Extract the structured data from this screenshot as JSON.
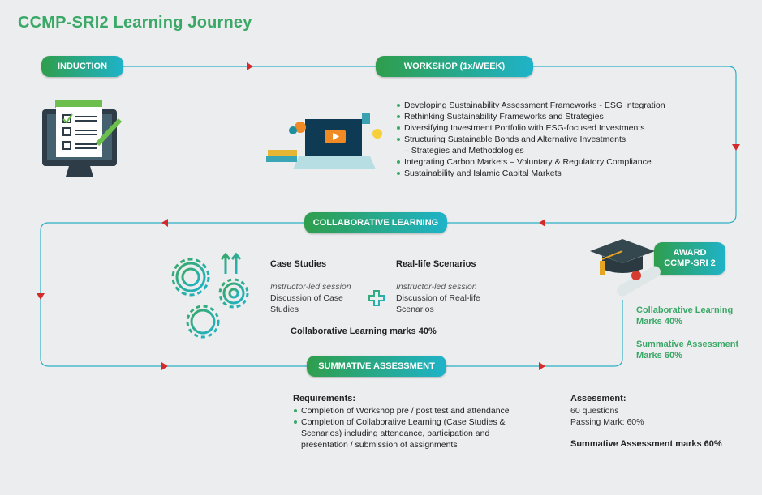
{
  "title": "CCMP-SRI2 Learning Journey",
  "stages": {
    "induction": "INDUCTION",
    "workshop": "WORKSHOP (1x/WEEK)",
    "collaborative": "COLLABORATIVE LEARNING",
    "summative": "SUMMATIVE ASSESSMENT",
    "award_line1": "AWARD",
    "award_line2": "CCMP-SRI 2"
  },
  "workshop_topics": [
    "Developing Sustainability Assessment Frameworks - ESG Integration",
    "Rethinking Sustainability Frameworks and Strategies",
    "Diversifying Investment Portfolio with ESG-focused Investments",
    "Structuring Sustainable Bonds and Alternative Investments",
    "– Strategies and Methodologies",
    "Integrating Carbon Markets – Voluntary & Regulatory Compliance",
    "Sustainability and Islamic Capital Markets"
  ],
  "collaborative": {
    "case": {
      "title": "Case Studies",
      "mode": "Instructor-led session",
      "desc": "Discussion of Case Studies"
    },
    "real": {
      "title": "Real-life Scenarios",
      "mode": "Instructor-led session",
      "desc": "Discussion of Real-life Scenarios"
    },
    "marks": "Collaborative Learning marks 40%"
  },
  "award_marks": {
    "cl": "Collaborative Learning Marks 40%",
    "sa": "Summative Assessment Marks 60%"
  },
  "requirements": {
    "title": "Requirements:",
    "items": [
      "Completion of Workshop pre / post test and attendance",
      "Completion of Collaborative Learning (Case Studies & Scenarios) including attendance, participation and presentation / submission of assignments"
    ]
  },
  "assessment": {
    "title": "Assessment:",
    "questions": "60 questions",
    "passing": "Passing Mark: 60%",
    "marks": "Summative Assessment marks 60%"
  },
  "colors": {
    "green": "#3aa866",
    "teal": "#1fb3c9",
    "arrow": "#d42a2a"
  }
}
